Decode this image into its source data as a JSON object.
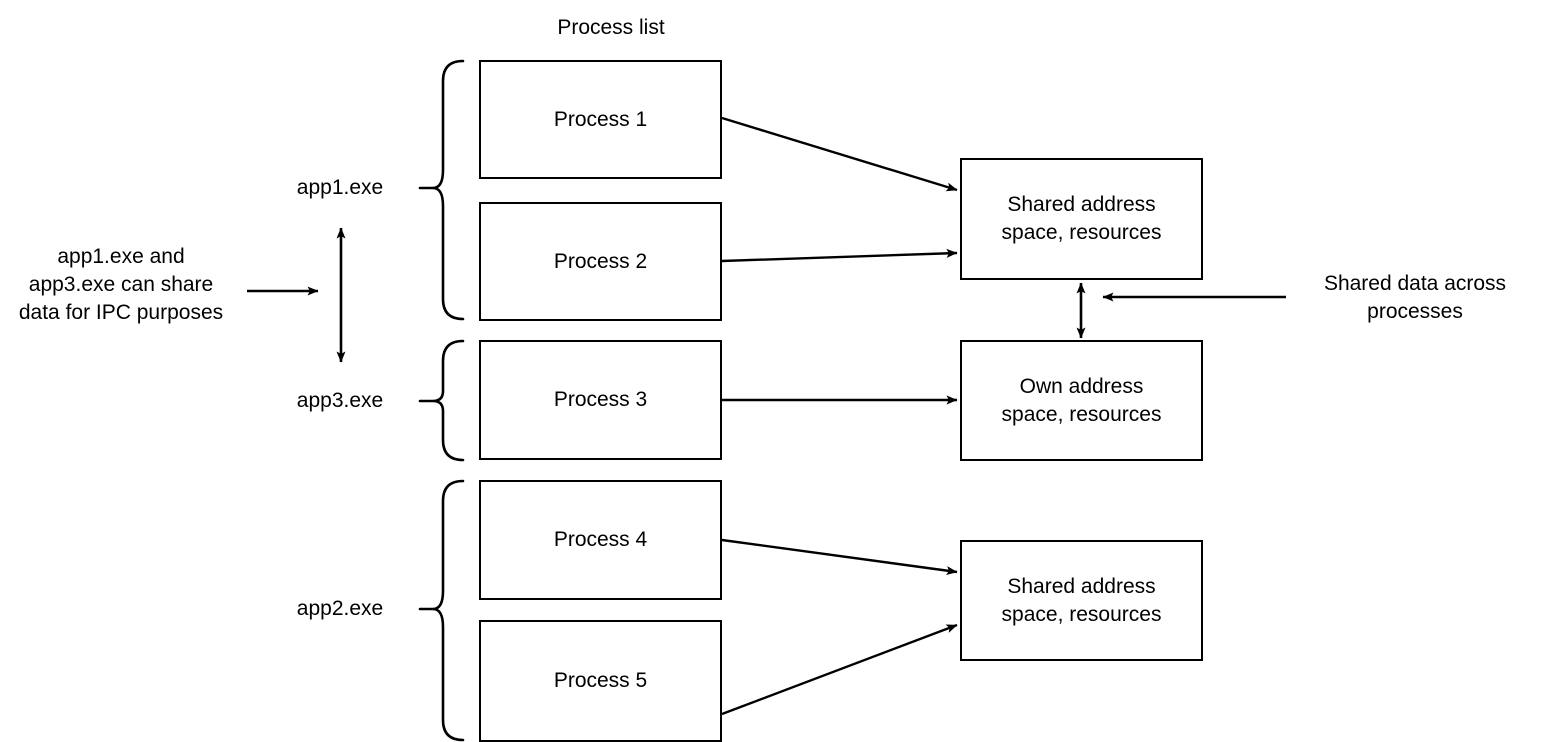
{
  "diagram": {
    "title": "Process list",
    "left_note": "app1.exe and\napp3.exe can share\ndata for IPC purposes",
    "right_note": "Shared data across\nprocesses",
    "app_labels": [
      {
        "name": "app1-exe",
        "text": "app1.exe"
      },
      {
        "name": "app3-exe",
        "text": "app3.exe"
      },
      {
        "name": "app2-exe",
        "text": "app2.exe"
      }
    ],
    "processes": [
      {
        "name": "process-1",
        "label": "Process 1"
      },
      {
        "name": "process-2",
        "label": "Process 2"
      },
      {
        "name": "process-3",
        "label": "Process 3"
      },
      {
        "name": "process-4",
        "label": "Process 4"
      },
      {
        "name": "process-5",
        "label": "Process 5"
      }
    ],
    "address_spaces": [
      {
        "name": "shared-address-space-top",
        "label": "Shared address\nspace, resources"
      },
      {
        "name": "own-address-space",
        "label": "Own address\nspace, resources"
      },
      {
        "name": "shared-address-space-bottom",
        "label": "Shared address\nspace, resources"
      }
    ],
    "colors": {
      "stroke": "#000000",
      "fill": "#ffffff",
      "text": "#000000"
    }
  }
}
